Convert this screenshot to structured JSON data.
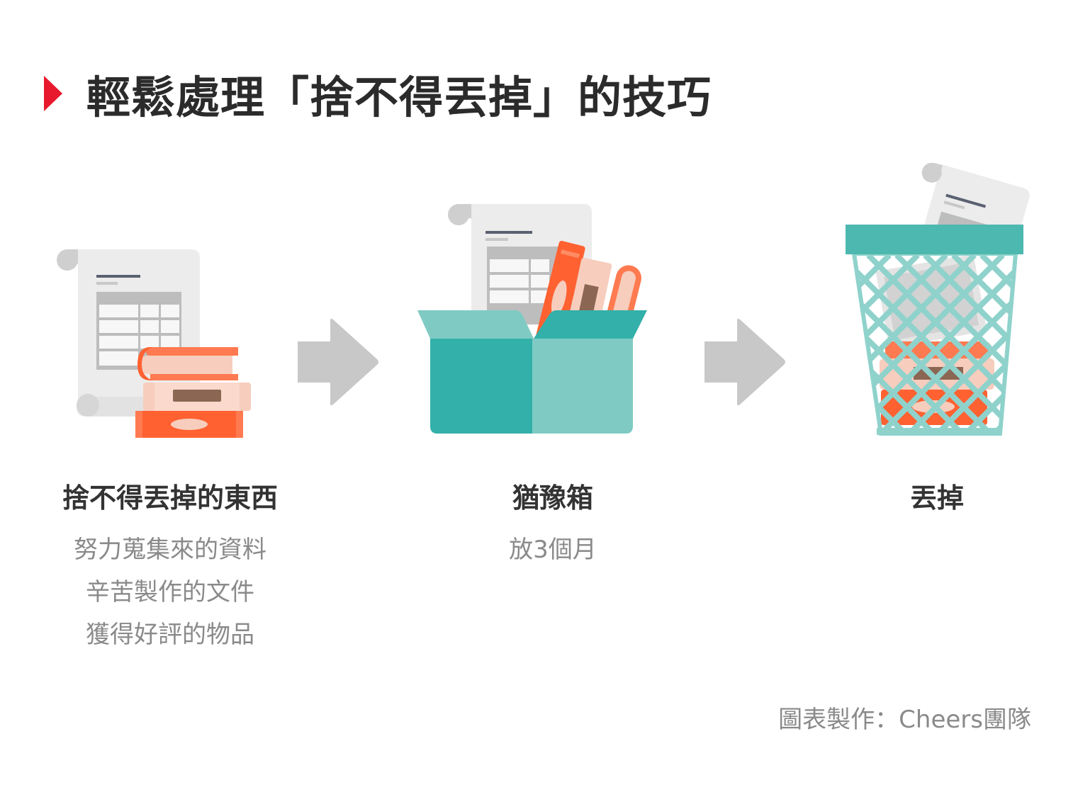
{
  "title": "輕鬆處理「捨不得丟掉」的技巧",
  "steps": [
    {
      "title": "捨不得丟掉的東西",
      "lines": [
        "努力蒐集來的資料",
        "辛苦製作的文件",
        "獲得好評的物品"
      ],
      "icon": "papers-and-books-icon"
    },
    {
      "title": "猶豫箱",
      "lines": [
        "放3個月"
      ],
      "icon": "open-box-icon"
    },
    {
      "title": "丟掉",
      "lines": [],
      "icon": "trash-basket-icon"
    }
  ],
  "credit": "圖表製作：Cheers團隊",
  "colors": {
    "accent_red": "#e8192c",
    "teal_dark": "#33b0a9",
    "teal_light": "#7fcbc4",
    "orange": "#ff6131",
    "peach": "#f5c5b3",
    "arrow_gray": "#c8c8c8",
    "paper_gray": "#eeeeee"
  }
}
